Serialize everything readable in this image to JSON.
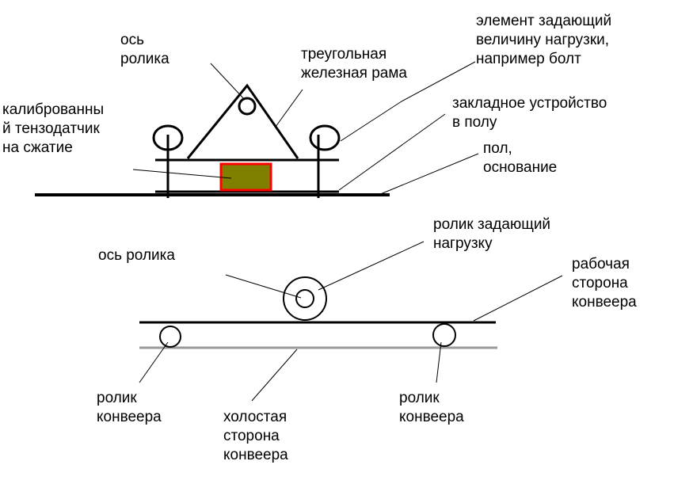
{
  "colors": {
    "line": "#000000",
    "sensor_fill": "#7f7f00",
    "sensor_border": "#ff0000",
    "idle_side": "#9a9a9a"
  },
  "top_diagram": {
    "axis_label": [
      "ось",
      "ролика"
    ],
    "frame_label": [
      "треугольная",
      "железная рама"
    ],
    "load_element_label": [
      "элемент задающий",
      "величину нагрузки,",
      "например болт"
    ],
    "sensor_label": [
      "калиброванны",
      "й тензодатчик",
      "на сжатие"
    ],
    "embedded_label": [
      "закладное устройство",
      "в полу"
    ],
    "floor_label": [
      "пол,",
      "основание"
    ]
  },
  "bottom_diagram": {
    "axis_label": "ось ролика",
    "load_roller_label": [
      "ролик задающий",
      "нагрузку"
    ],
    "working_side_label": [
      "рабочая",
      "сторона",
      "конвеера"
    ],
    "left_roller_label": [
      "ролик",
      "конвеера"
    ],
    "idle_side_label": [
      "холостая",
      "сторона",
      "конвеера"
    ],
    "right_roller_label": [
      "ролик",
      "конвеера"
    ]
  }
}
